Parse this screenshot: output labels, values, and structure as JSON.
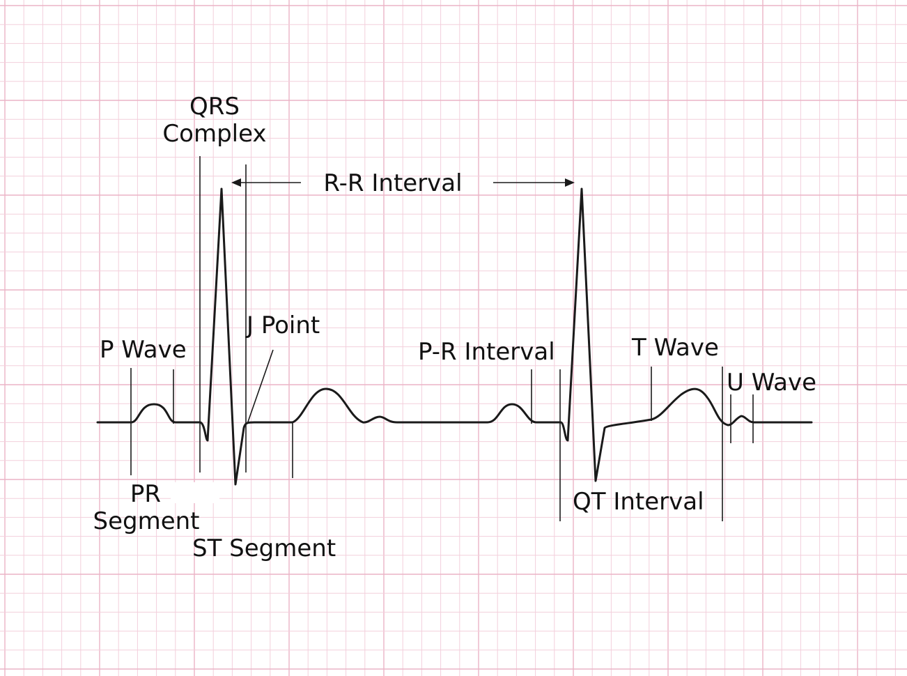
{
  "labels": {
    "qrs_line1": "QRS",
    "qrs_line2": "Complex",
    "rr_interval": "R-R Interval",
    "j_point": "J Point",
    "p_wave": "P Wave",
    "pr_interval": "P-R Interval",
    "t_wave": "T Wave",
    "u_wave": "U Wave",
    "pr_segment_line1": "PR",
    "pr_segment_line2": "Segment",
    "st_segment": "ST Segment",
    "qt_interval": "QT Interval"
  },
  "colors": {
    "grid_minor": "#f3cfdc",
    "grid_major": "#ebb4c6",
    "trace": "#1a1a1a",
    "background": "#ffffff"
  }
}
